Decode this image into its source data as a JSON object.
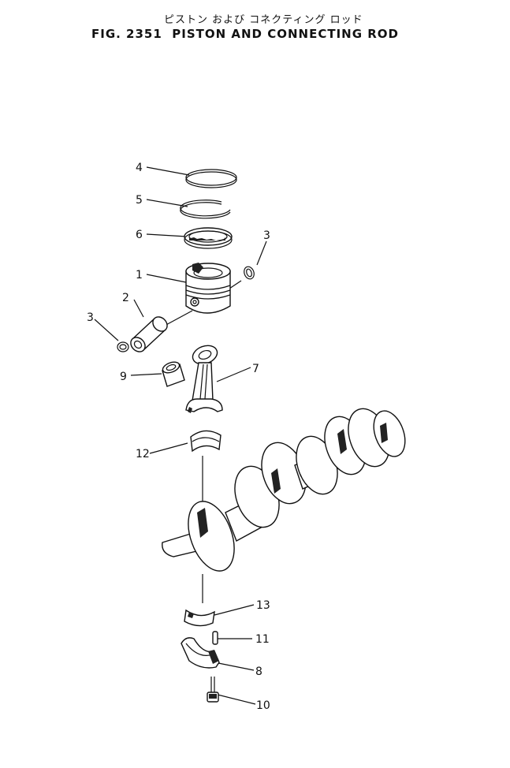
{
  "title_jp": "ピストン および コネクティング ロッド",
  "title_en": "FIG. 2351  PISTON AND CONNECTING ROD",
  "callouts": {
    "piston": "1",
    "piston_pin": "2",
    "snap_ring_left": "3",
    "snap_ring_right": "3",
    "top_ring": "4",
    "second_ring": "5",
    "oil_ring": "6",
    "connecting_rod": "7",
    "rod_cap": "8",
    "bushing": "9",
    "cap_bolt": "10",
    "dowel_pin": "11",
    "upper_bearing": "12",
    "lower_bearing": "13"
  }
}
